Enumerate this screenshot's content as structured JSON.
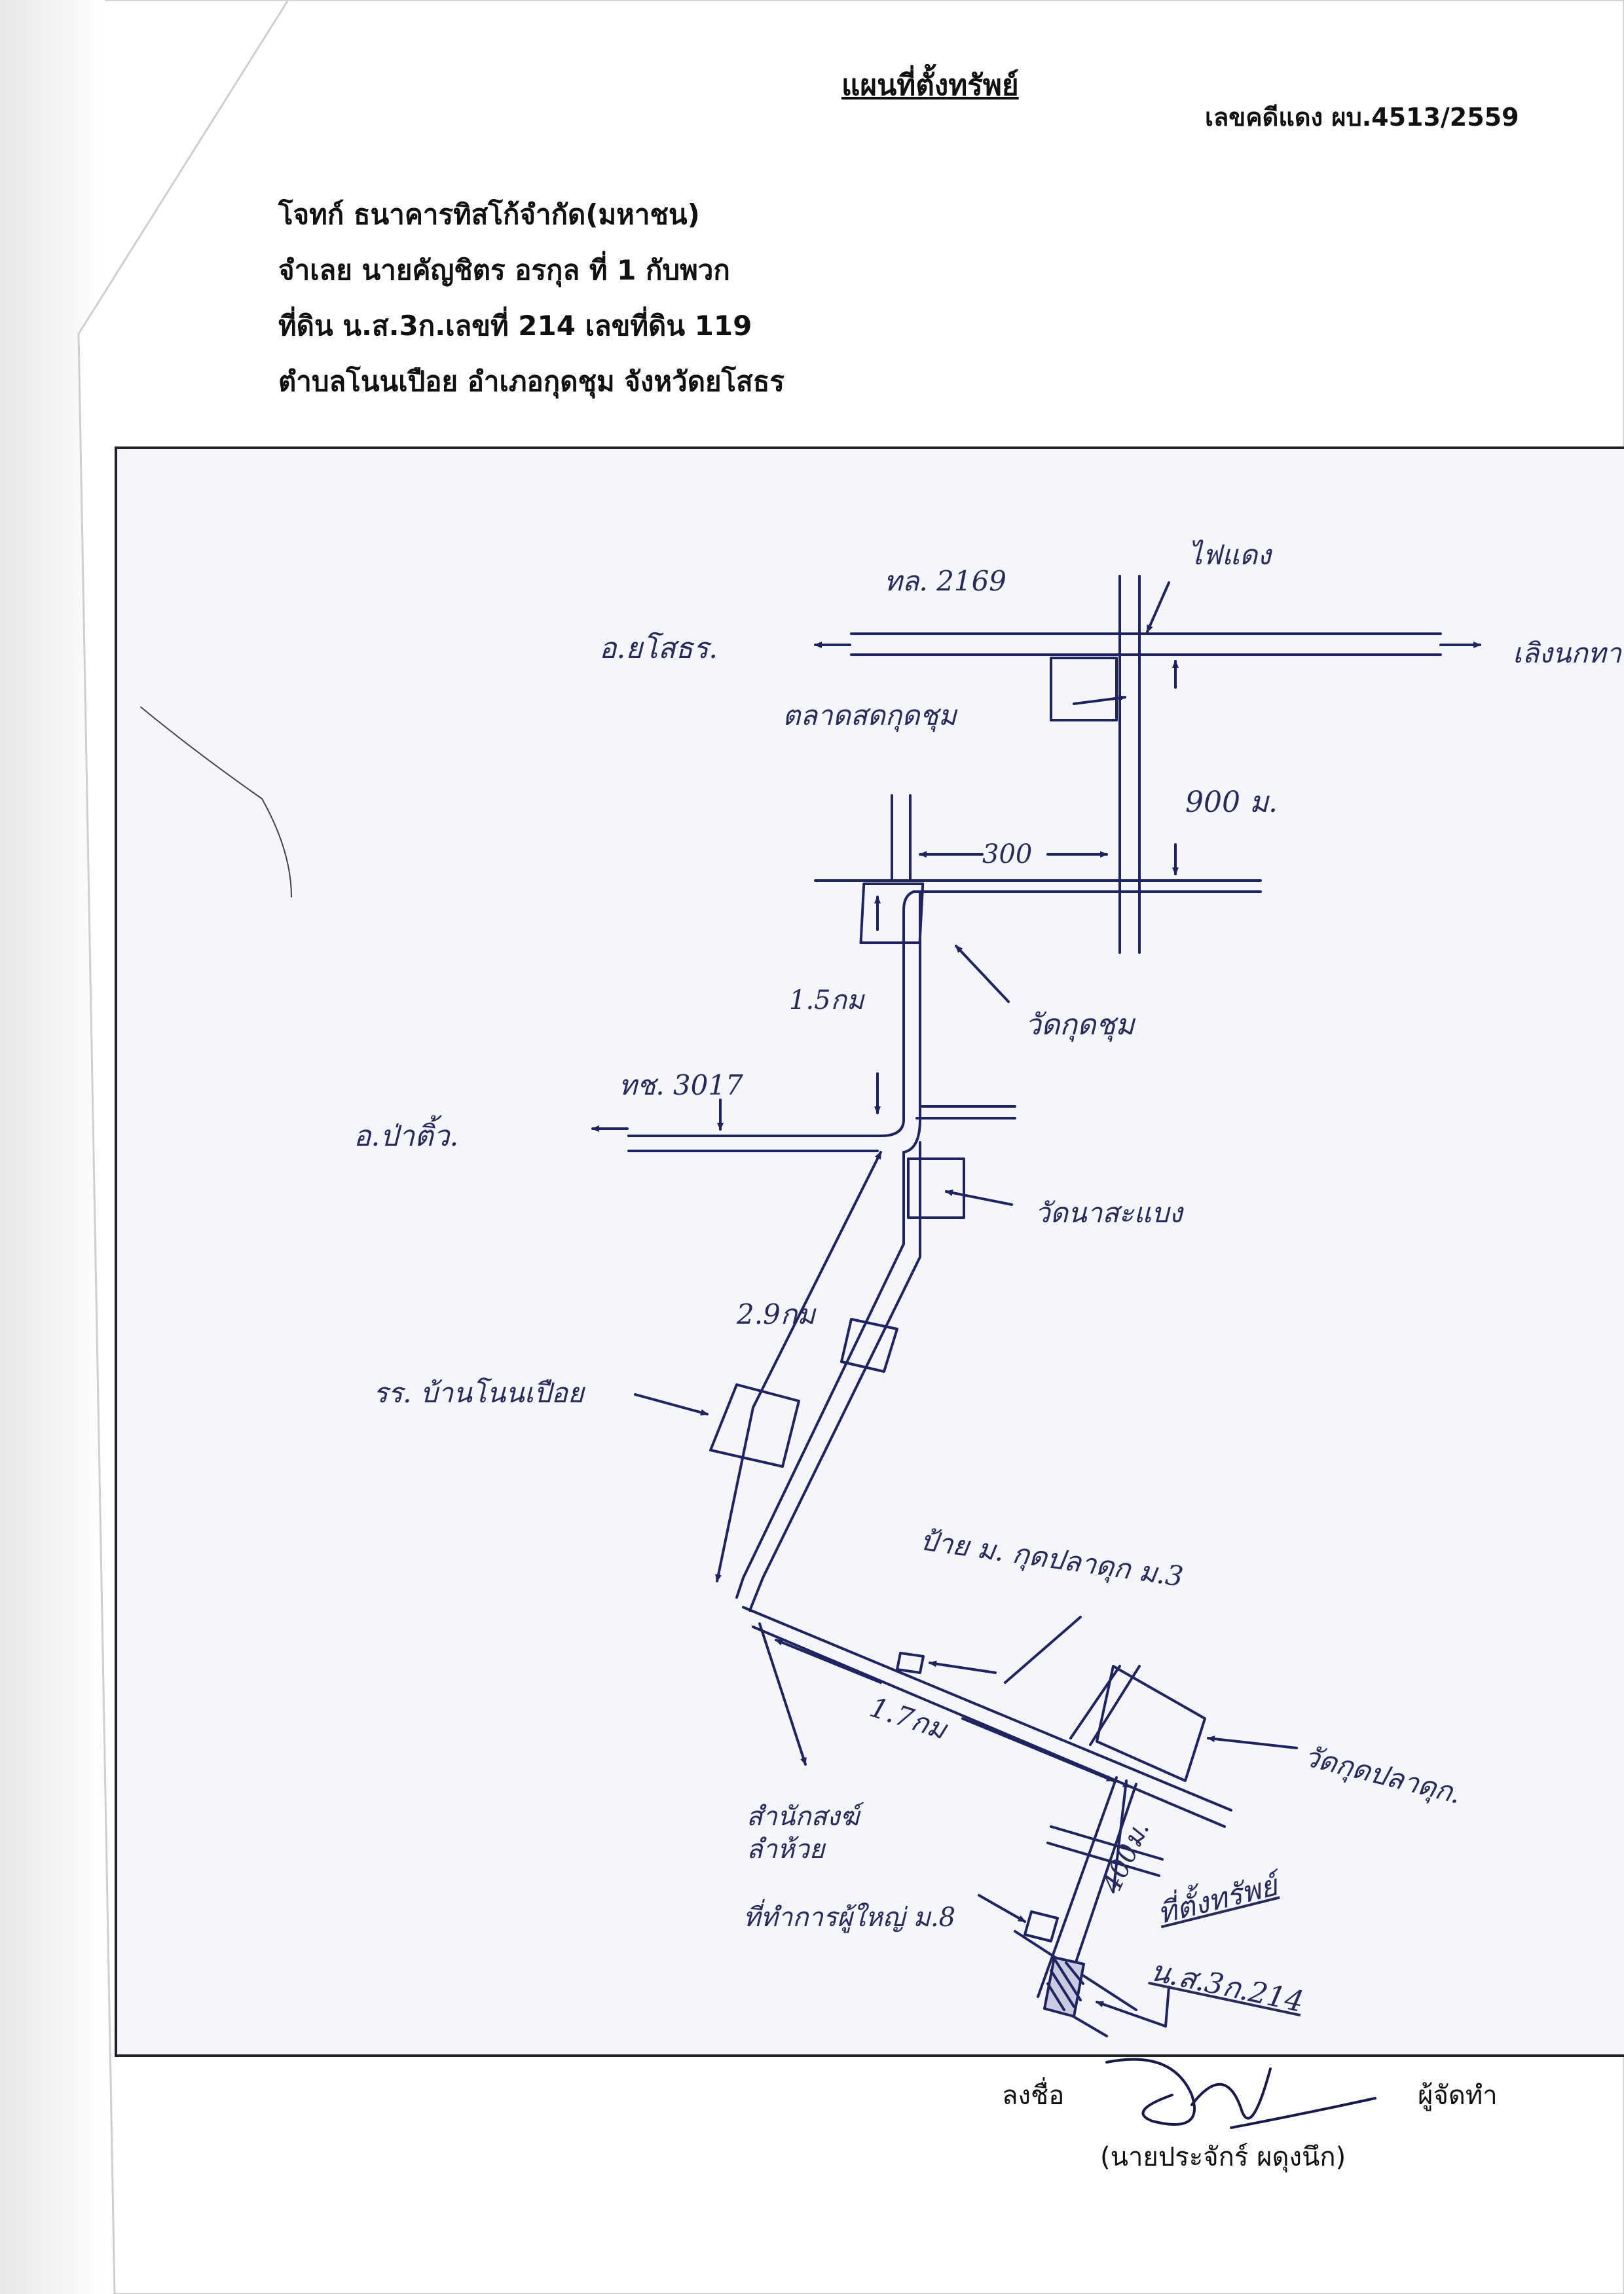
{
  "header": {
    "title": "แผนที่ตั้งทรัพย์",
    "case_number": "เลขคดีแดง ผบ.4513/2559"
  },
  "info": {
    "plaintiff": "โจทก์ ธนาคารทิสโก้จำกัด(มหาชน)",
    "defendant": "จำเลย นายคัญชิตร อรกุล ที่ 1 กับพวก",
    "land": "ที่ดิน น.ส.3ก.เลขที่ 214 เลขที่ดิน 119",
    "location": "ตำบลโนนเปือย  อำเภอกุดชุม  จังหวัดยโสธร"
  },
  "map": {
    "labels": {
      "road_2169": "ทล. 2169",
      "traffic_light": "ไฟแดง",
      "to_yasothon": "อ.ยโสธร.",
      "to_loeng_nok_tha": "เลิงนกทา",
      "market": "ตลาดสดกุดชุม",
      "dist_900m": "900 ม.",
      "dist_300": "300",
      "wat_kudchum": "วัดกุดชุม",
      "dist_1_5km": "1.5กม",
      "road_3017": "ทช. 3017",
      "to_pa_tiw": "อ.ป่าติ้ว.",
      "wat_na_sa": "วัดนาสะแบง",
      "dist_2_9km": "2.9กม",
      "school": "รร. บ้านโนนเปือย",
      "village_sign": "ป้าย ม. กุดปลาดุก ม.3",
      "dist_1_7km": "1.7กม",
      "wat_kud_pla_duk": "วัดกุดปลาดุก.",
      "monk_office": "สำนักสงฆ์ ลำห้วย",
      "office_8": "ที่ทำการผู้ใหญ่ ม.8",
      "dist_400m": "400ม.",
      "property": "ที่ตั้งทรัพย์",
      "property_deed": "น.ส.3ก.214"
    }
  },
  "footer": {
    "sign_label": "ลงชื่อ",
    "role": "ผู้จัดทำ",
    "name": "(นายประจักร์ ผดุงนึก)"
  }
}
